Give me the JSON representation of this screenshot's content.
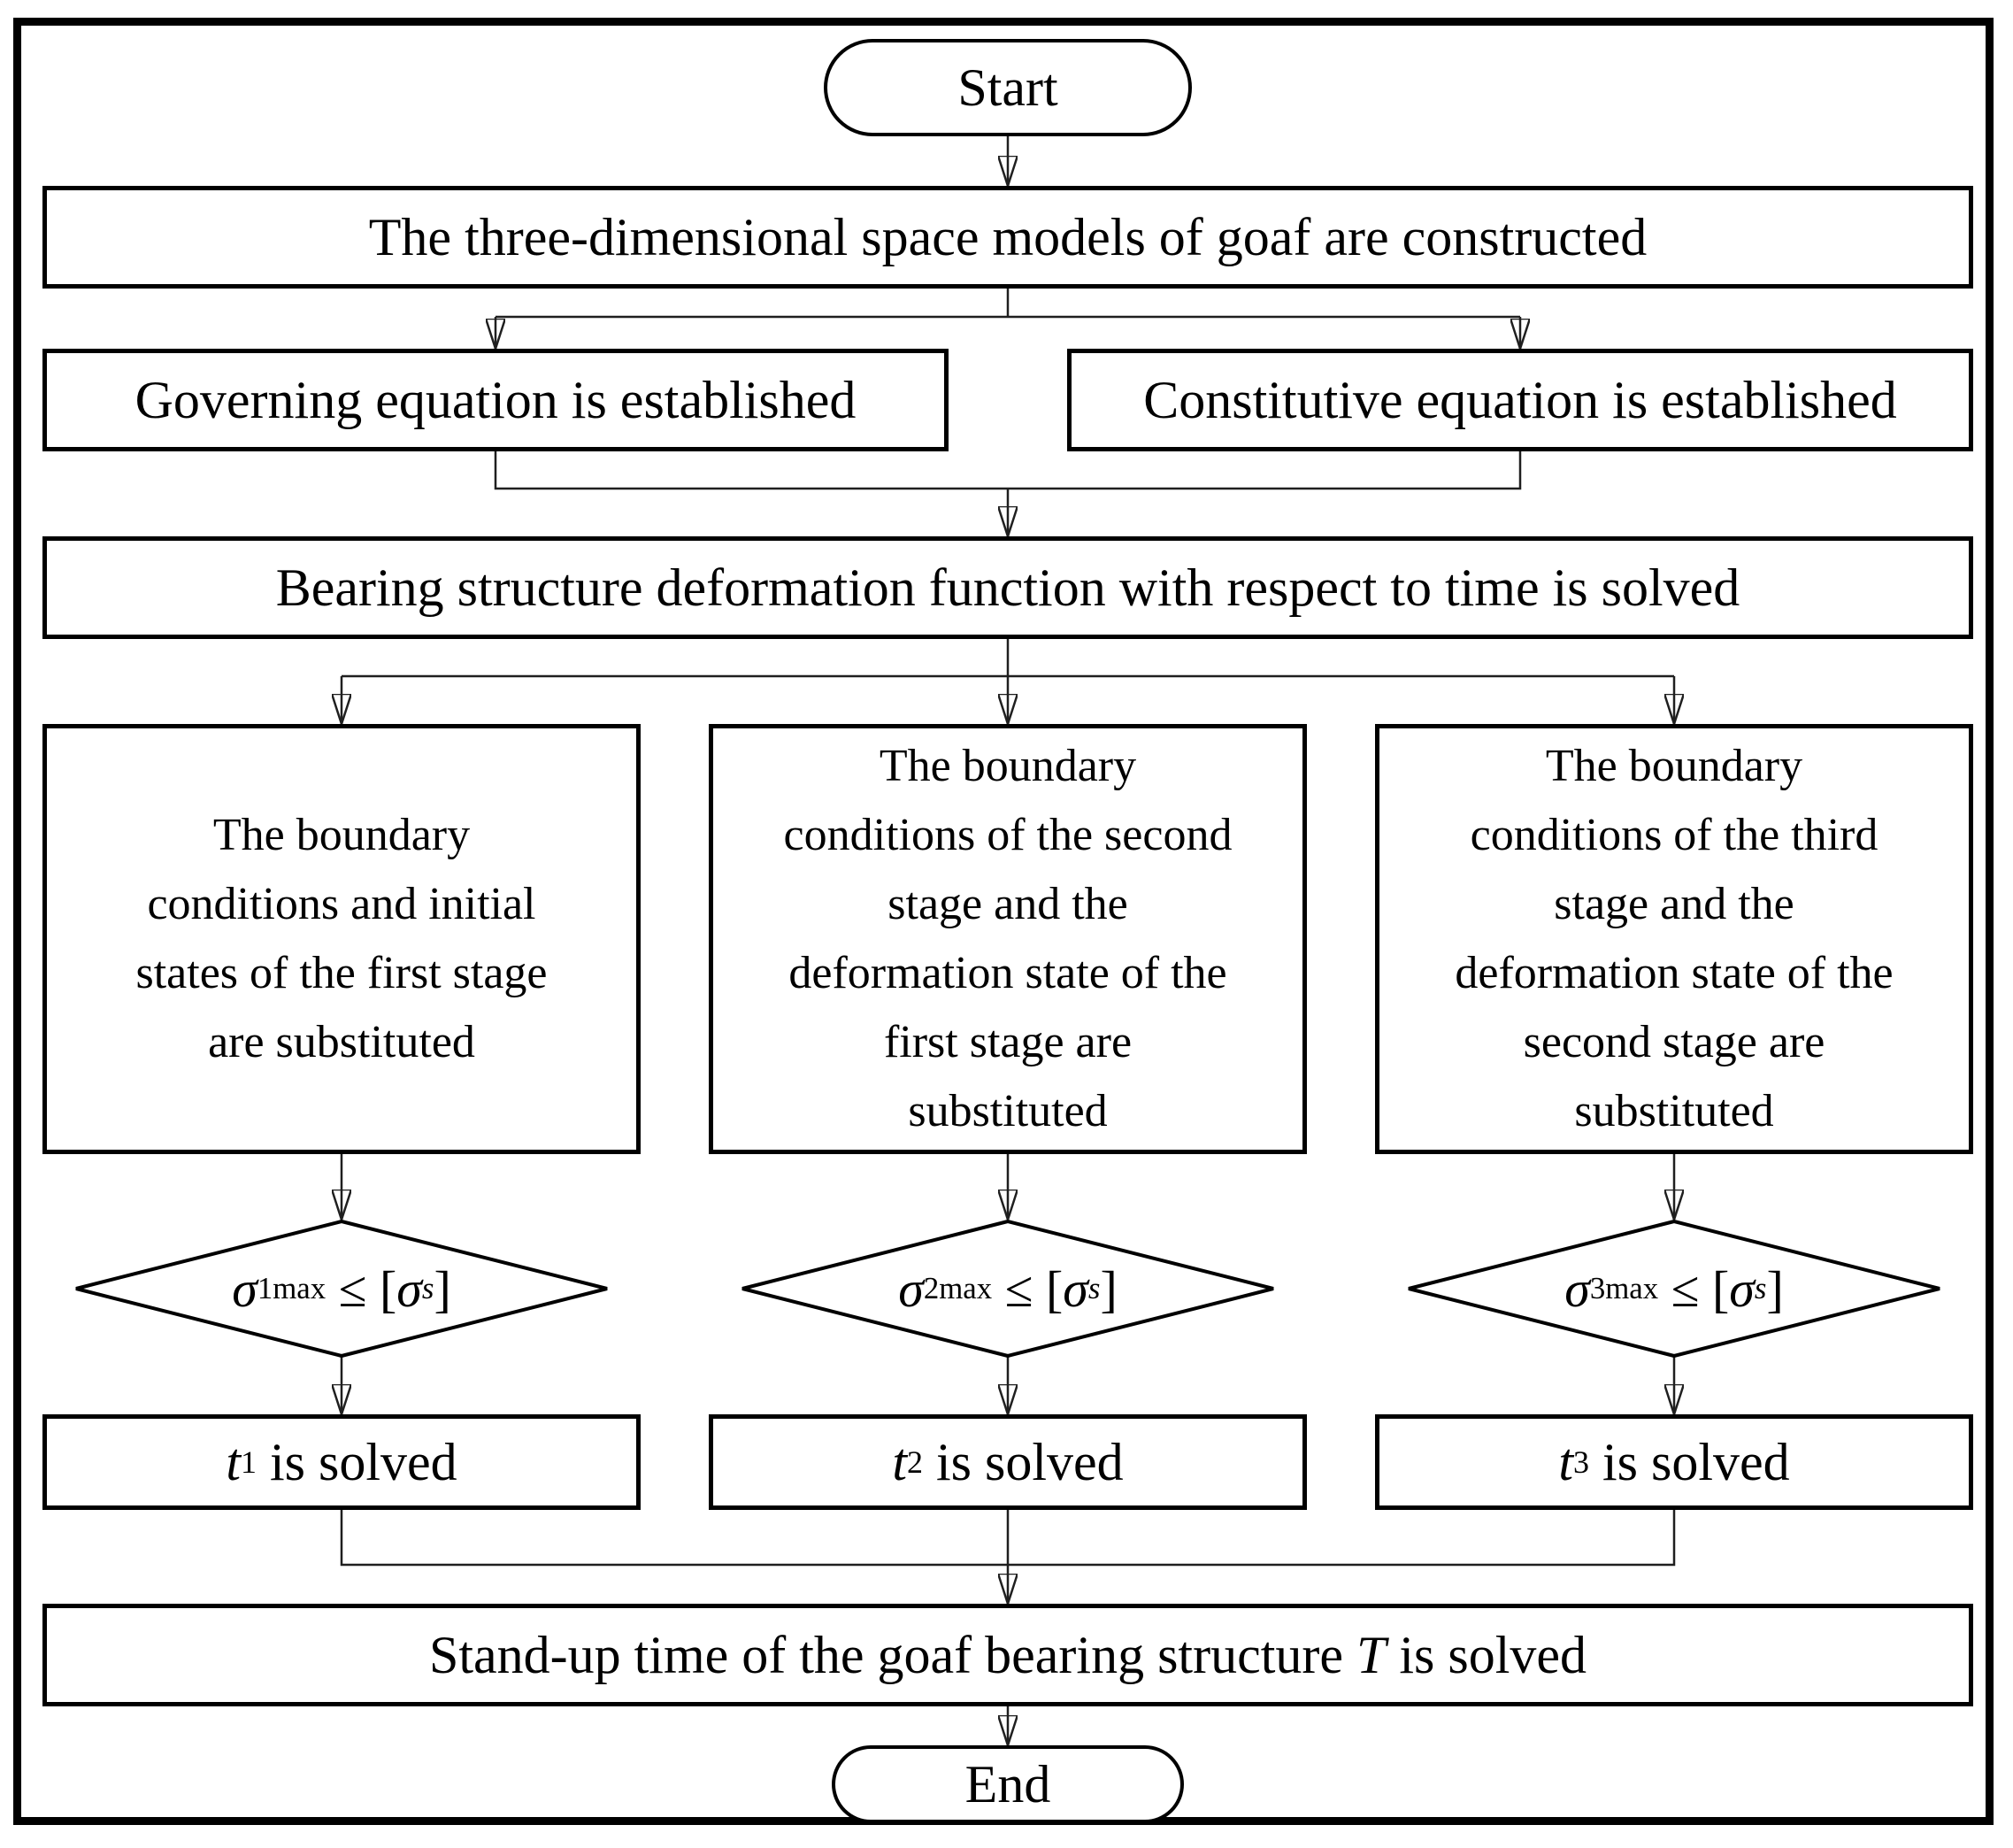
{
  "colors": {
    "background": "#ffffff",
    "border": "#000000",
    "line": "#1f1f1f",
    "text": "#000000"
  },
  "nodes": {
    "start": "Start",
    "models": "The three-dimensional space models of goaf are constructed",
    "governing": "Governing equation is established",
    "constitutive": "Constitutive equation is established",
    "bearing": "Bearing structure deformation function with respect to time is solved",
    "stage1": {
      "lines": [
        "The boundary",
        "conditions and initial",
        "states of the first stage",
        "are substituted"
      ]
    },
    "stage2": {
      "lines": [
        "The boundary",
        "conditions of the second",
        "stage and the",
        "deformation state of the",
        "first stage are",
        "substituted"
      ]
    },
    "stage3": {
      "lines": [
        "The boundary",
        "conditions of the third",
        "stage and the",
        "deformation state of the",
        "second stage are",
        "substituted"
      ]
    },
    "decision1": {
      "sigma": "σ",
      "sub": "1max",
      "op": " ≤ [",
      "sigma2": "σ",
      "sub2": "s",
      "close": "]"
    },
    "decision2": {
      "sigma": "σ",
      "sub": "2max",
      "op": " ≤ [",
      "sigma2": "σ",
      "sub2": "s",
      "close": "]"
    },
    "decision3": {
      "sigma": "σ",
      "sub": "3max",
      "op": " ≤ [",
      "sigma2": "σ",
      "sub2": "s",
      "close": "]"
    },
    "t1": {
      "var": "t",
      "sub": "1",
      "rest": " is solved"
    },
    "t2": {
      "var": "t",
      "sub": "2",
      "rest": " is solved"
    },
    "t3": {
      "var": "t",
      "sub": "3",
      "rest": " is solved"
    },
    "standup": {
      "prefix": "Stand-up time of the goaf bearing structure ",
      "var": "T",
      "suffix": " is solved"
    },
    "end": "End"
  }
}
